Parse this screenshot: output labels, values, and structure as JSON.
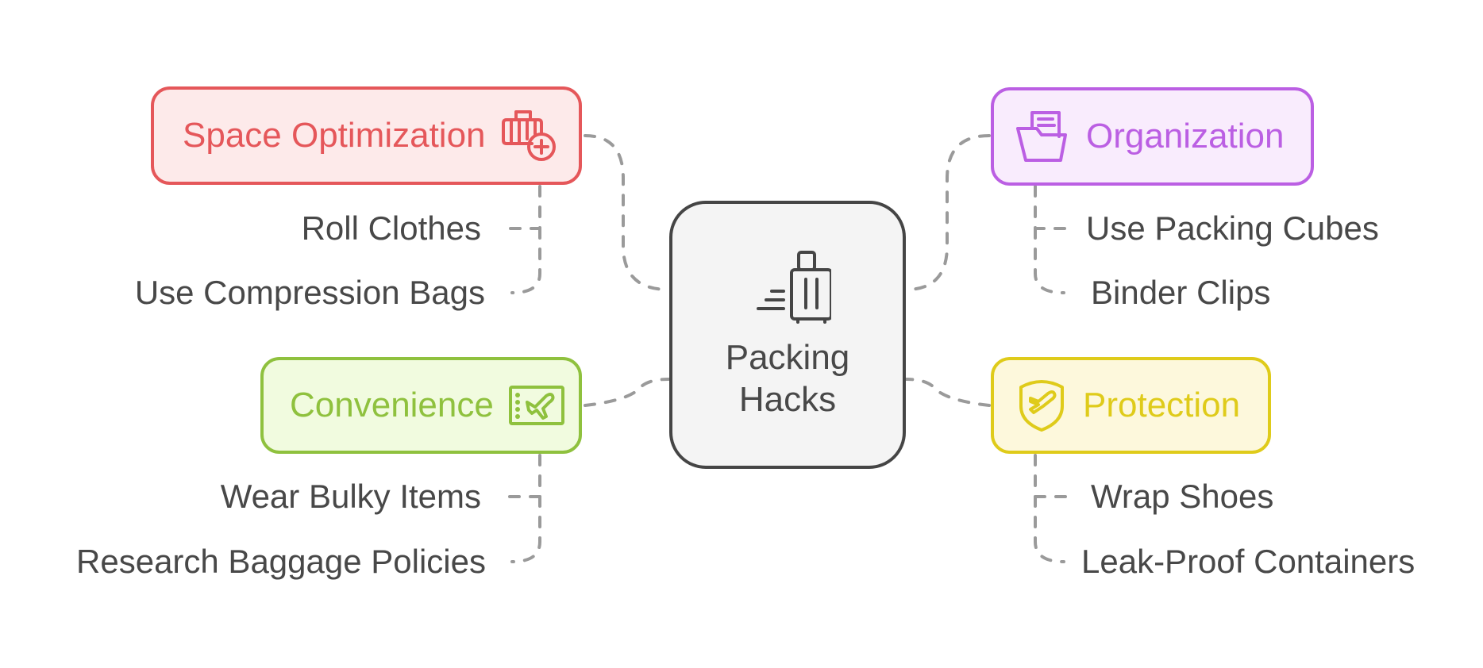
{
  "diagram": {
    "type": "mind-map",
    "center": {
      "line1": "Packing",
      "line2": "Hacks",
      "icon": "rolling-suitcase-icon",
      "colors": {
        "border": "#454545",
        "fill": "#f4f4f4",
        "text": "#484848"
      }
    },
    "branches": [
      {
        "id": "space-optimization",
        "label": "Space Optimization",
        "icon": "suitcase-plus-icon",
        "colors": {
          "border": "#e5575a",
          "fill": "#fdeaea",
          "text": "#e5575a"
        },
        "items": [
          "Roll Clothes",
          "Use Compression Bags"
        ]
      },
      {
        "id": "organization",
        "label": "Organization",
        "icon": "folder-documents-icon",
        "colors": {
          "border": "#bb5fe3",
          "fill": "#f9ecfd",
          "text": "#bb5fe3"
        },
        "items": [
          "Use Packing Cubes",
          "Binder Clips"
        ]
      },
      {
        "id": "convenience",
        "label": "Convenience",
        "icon": "boarding-pass-icon",
        "colors": {
          "border": "#8fc13e",
          "fill": "#f1fbdf",
          "text": "#8fc13e"
        },
        "items": [
          "Wear Bulky Items",
          "Research Baggage Policies"
        ]
      },
      {
        "id": "protection",
        "label": "Protection",
        "icon": "shield-plane-icon",
        "colors": {
          "border": "#dfcb1a",
          "fill": "#fdf8dc",
          "text": "#dfcb1a"
        },
        "items": [
          "Wrap Shoes",
          "Leak-Proof Containers"
        ]
      }
    ],
    "connector_color": "#9a9a9a"
  }
}
